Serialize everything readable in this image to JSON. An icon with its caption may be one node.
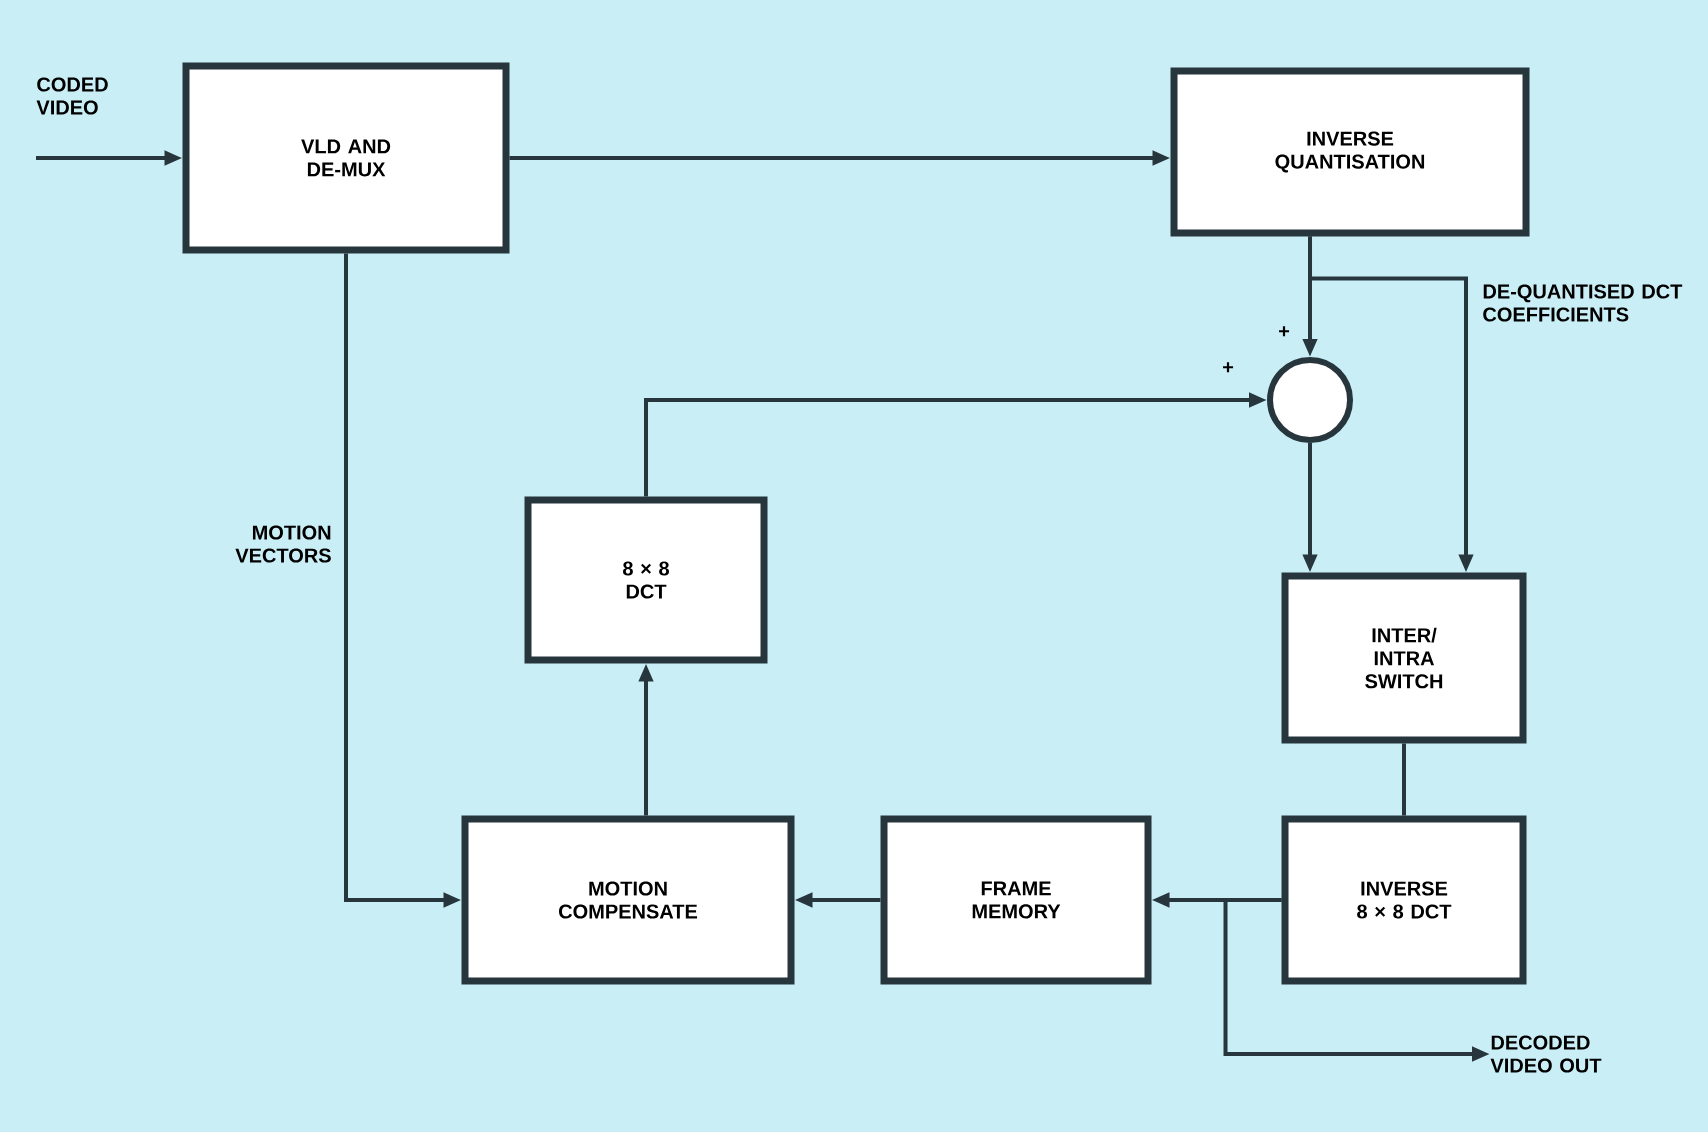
{
  "diagram": {
    "nodes": [
      {
        "text": [
          "CODED VIDEO"
        ]
      },
      {
        "text": [
          "VLD AND DE-MUX"
        ]
      },
      {
        "text": [
          "INVERSE QUANTISATION"
        ]
      },
      {
        "text": [],
        "shape": "circle"
      },
      {
        "text": [
          "8 × 8 DCT"
        ]
      },
      {
        "text": [
          "INTER/ INTRA SWITCH"
        ]
      },
      {
        "text": [
          "MOTION COMPENSATE"
        ]
      },
      {
        "text": [
          "FRAME MEMORY"
        ]
      },
      {
        "text": [
          "INVERSE 8 × 8 DCT"
        ]
      },
      {
        "text": [
          "DECODED VIDEO OUT"
        ]
      }
    ],
    "edges": [
      {
        "from": 0,
        "to": 1,
        "arrow": "to"
      },
      {
        "from": 1,
        "to": 2,
        "arrow": "to"
      },
      {
        "from": 2,
        "to": 3,
        "arrow": "to"
      },
      {
        "from": 2,
        "to": 5,
        "arrow": "to"
      },
      {
        "from": 4,
        "to": 3,
        "arrow": "to"
      },
      {
        "from": 3,
        "to": 5,
        "arrow": "to"
      },
      {
        "from": 1,
        "to": 6,
        "arrow": "to",
        "label": "MOTION VECTORS"
      },
      {
        "from": 6,
        "to": 4,
        "arrow": "to"
      },
      {
        "from": 5,
        "to": 8,
        "arrow": "none"
      },
      {
        "from": 8,
        "to": 7,
        "arrow": "to"
      },
      {
        "from": 8,
        "to": 9,
        "arrow": "to"
      },
      {
        "from": 7,
        "to": 6,
        "arrow": "to"
      }
    ],
    "labels": [
      "DE-QUANTISED DCT COEFFICIENTS",
      "+",
      "+"
    ]
  }
}
